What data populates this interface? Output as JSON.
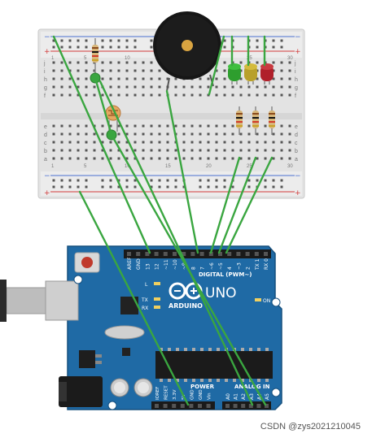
{
  "breadboard": {
    "rail_plus": "+",
    "rail_minus": "−",
    "row_letters_top": [
      "j",
      "i",
      "h",
      "g",
      "f"
    ],
    "row_letters_bottom": [
      "e",
      "d",
      "c",
      "b",
      "a"
    ],
    "column_numbers": [
      "1",
      "5",
      "10",
      "15",
      "20",
      "25",
      "30"
    ]
  },
  "components": {
    "buzzer": "piezo-buzzer",
    "leds": [
      {
        "name": "green-led",
        "color": "#2e9e2e"
      },
      {
        "name": "yellow-led",
        "color": "#b8a02a"
      },
      {
        "name": "red-led",
        "color": "#b0202a"
      }
    ],
    "photoresistor": "photoresistor",
    "wire_color": "#3aa640"
  },
  "arduino": {
    "logo_text": "ARDUINO",
    "model": "UNO",
    "digital_label": "DIGITAL (PWM~)",
    "power_label": "POWER",
    "analog_label": "ANALOG IN",
    "on_label": "ON",
    "tx_label": "TX",
    "rx_label": "RX",
    "l_label": "L",
    "top_pins": [
      "AREF",
      "GND",
      "13",
      "12",
      "~11",
      "~10",
      "~9",
      "8",
      "7",
      "~6",
      "~5",
      "4",
      "~3",
      "2",
      "TX 1",
      "RX 0"
    ],
    "power_pins": [
      "IOREF",
      "RESET",
      "3.3V",
      "5V",
      "GND",
      "GND",
      "Vin"
    ],
    "analog_pins": [
      "A0",
      "A1",
      "A2",
      "A3",
      "A4",
      "A5"
    ],
    "board_color": "#1f6aa5"
  },
  "watermark": "CSDN @zys2021210045"
}
